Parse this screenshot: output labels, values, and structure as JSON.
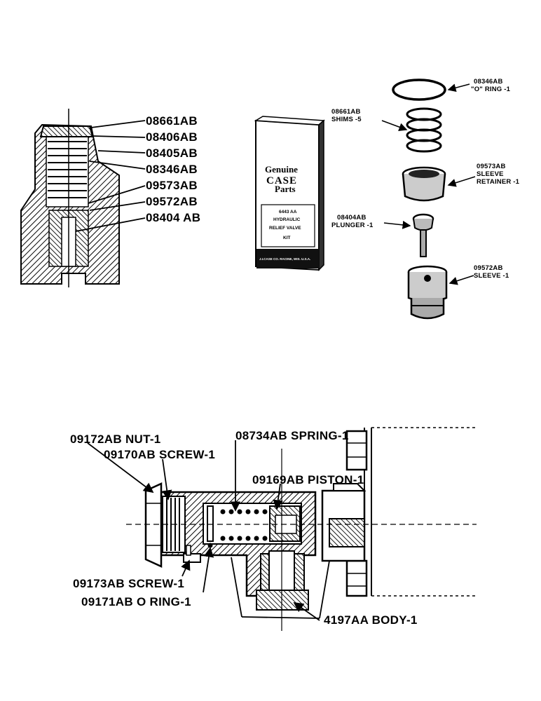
{
  "top_section": {
    "cross_section_labels": [
      "08661AB",
      "08406AB",
      "08405AB",
      "08346AB",
      "09573AB",
      "09572AB",
      "08404 AB"
    ],
    "kit_box": {
      "line1": "Genuine",
      "brand": "CASE",
      "line2": "Parts",
      "kit_number": "6443 AA",
      "kit_desc1": "HYDRAULIC",
      "kit_desc2": "RELIEF VALVE",
      "kit_desc3": "KIT",
      "footer": "J.I.CASE CO. RACINE, WIS. U.S.A."
    },
    "exploded_parts": [
      {
        "part_no": "08346AB",
        "desc": "\"O\" RING -1"
      },
      {
        "part_no": "08661AB",
        "desc": "SHIMS -5"
      },
      {
        "part_no": "09573AB",
        "desc": "SLEEVE",
        "desc2": "RETAINER -1"
      },
      {
        "part_no": "08404AB",
        "desc": "PLUNGER -1"
      },
      {
        "part_no": "09572AB",
        "desc": "SLEEVE -1"
      }
    ]
  },
  "bottom_section": {
    "labels": {
      "nut": "09172AB NUT-1",
      "screw_top": "09170AB SCREW-1",
      "spring": "08734AB SPRING-1",
      "piston": "09169AB PISTON-1",
      "screw_bottom": "09173AB SCREW-1",
      "oring": "09171AB O RING-1",
      "body": "4197AA BODY-1"
    }
  }
}
